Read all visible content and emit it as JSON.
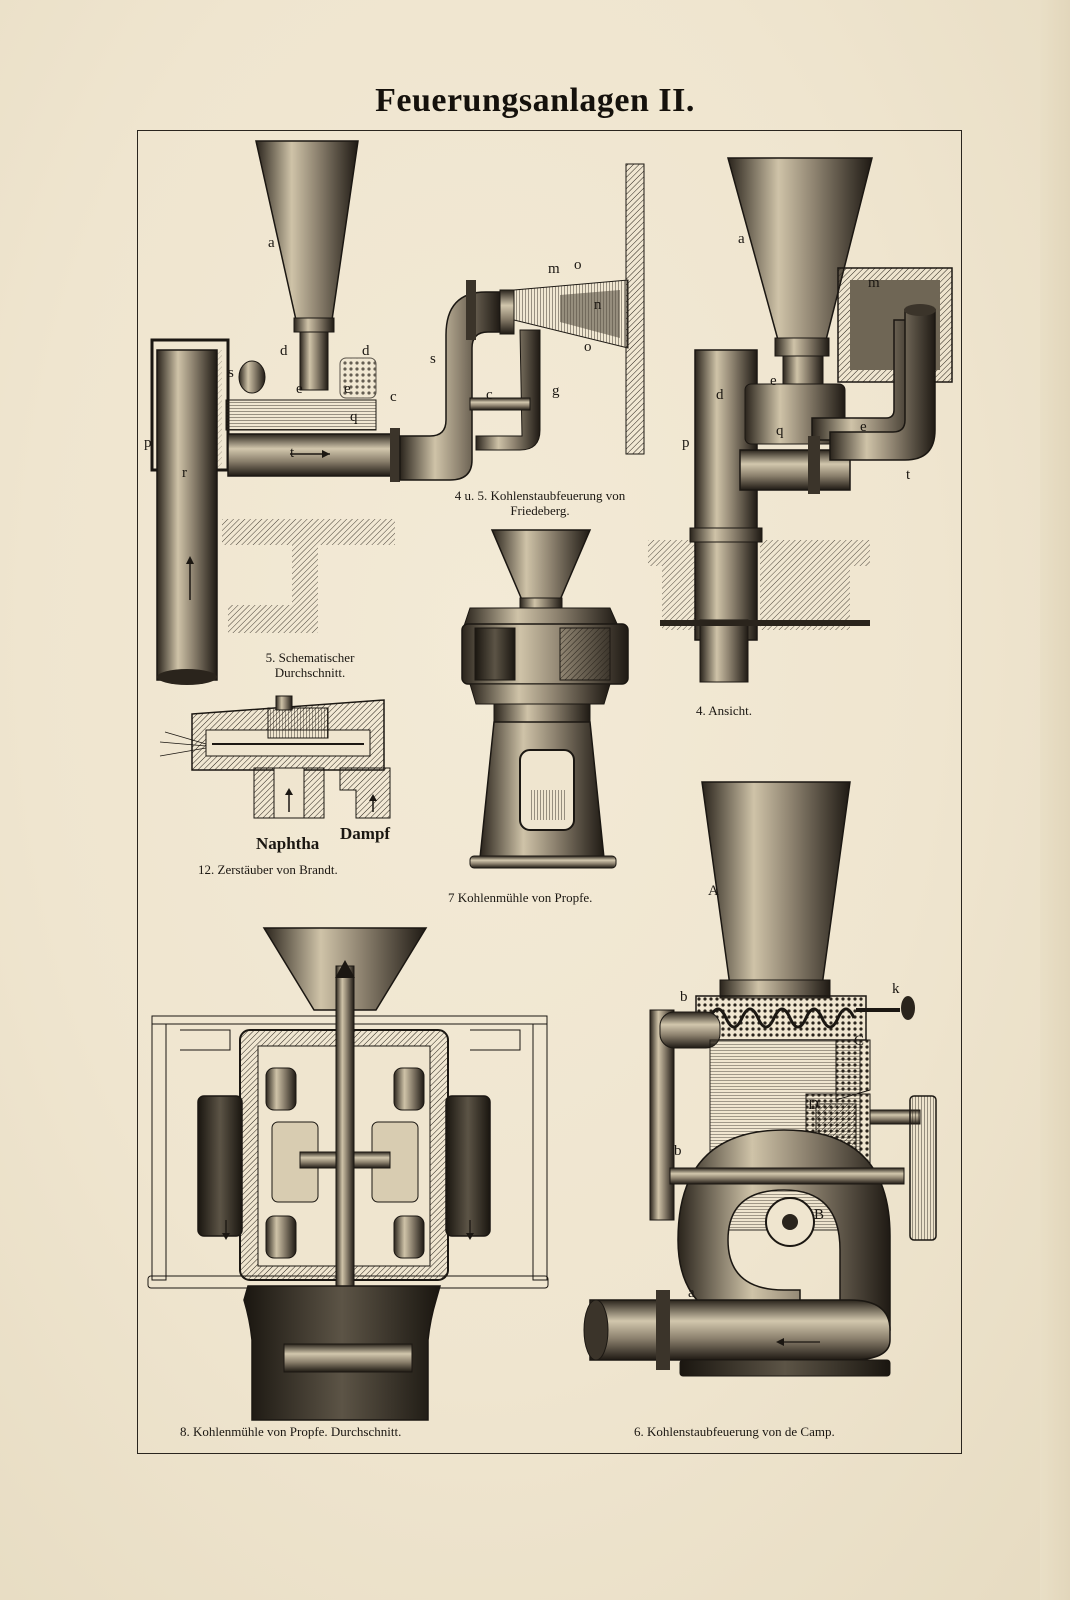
{
  "title": "Feuerungsanlagen II.",
  "figures": {
    "fig45": {
      "caption_line1": "4 u. 5. Kohlenstaubfeuerung von",
      "caption_line2": "Friedeberg."
    },
    "fig5": {
      "caption_line1": "5. Schematischer",
      "caption_line2": "Durchschnitt."
    },
    "fig4": {
      "caption": "4. Ansicht."
    },
    "fig12": {
      "caption": "12. Zerstäuber von Brandt.",
      "label_naphtha": "Naphtha",
      "label_dampf": "Dampf"
    },
    "fig7": {
      "caption": "7 Kohlenmühle von Propfe."
    },
    "fig8": {
      "caption": "8. Kohlenmühle von Propfe.  Durchschnitt."
    },
    "fig6": {
      "caption": "6. Kohlenstaubfeuerung von de Camp."
    }
  },
  "part_labels": {
    "f5": [
      "a",
      "d",
      "d",
      "s",
      "e",
      "e",
      "c",
      "q",
      "p",
      "r",
      "t",
      "s",
      "m",
      "o",
      "n",
      "o",
      "c",
      "g"
    ],
    "f4": [
      "a",
      "m",
      "d",
      "e",
      "p",
      "q",
      "e",
      "t"
    ],
    "f6": [
      "A",
      "b",
      "k",
      "C",
      "D",
      "b",
      "B",
      "a"
    ]
  },
  "colors": {
    "paper": "#efe5cf",
    "ink": "#1b1712"
  }
}
